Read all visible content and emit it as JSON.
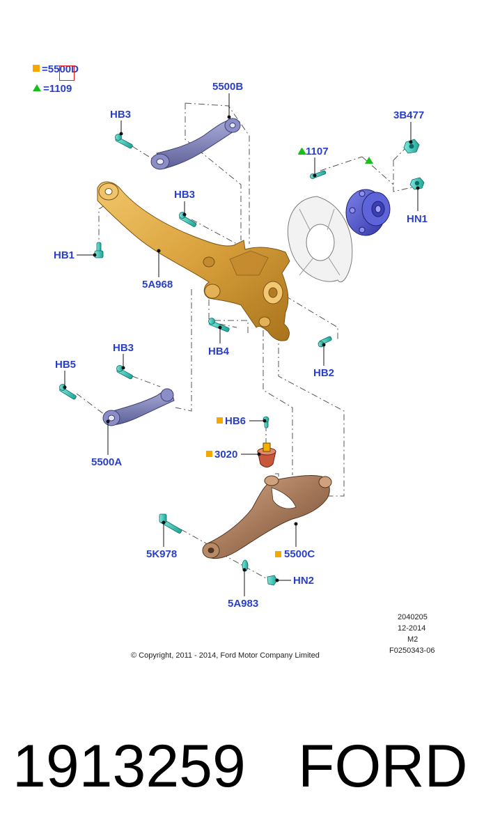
{
  "legend": {
    "square_ref": "5500D",
    "triangle_ref": "1109",
    "equals": "="
  },
  "labels": {
    "l_5500B": "5500B",
    "l_HB3_top": "HB3",
    "l_3B477": "3B477",
    "l_1107": "1107",
    "l_HB3_mid": "HB3",
    "l_HN1": "HN1",
    "l_HB1": "HB1",
    "l_5A968": "5A968",
    "l_HB4": "HB4",
    "l_HB2": "HB2",
    "l_HB3_low": "HB3",
    "l_HB5": "HB5",
    "l_5500A": "5500A",
    "l_HB6": "HB6",
    "l_3020": "3020",
    "l_5K978": "5K978",
    "l_5500C": "5500C",
    "l_HN2": "HN2",
    "l_5A983": "5A983"
  },
  "meta": {
    "code": "2040205",
    "date": "12-2014",
    "model": "M2",
    "figure": "F0250343-06",
    "copyright": "© Copyright, 2011 - 2014, Ford Motor Company Limited"
  },
  "caption": {
    "part_number": "1913259",
    "brand": "FORD"
  },
  "colors": {
    "label_blue": "#2a3fc8",
    "legend_square": "#f5a800",
    "legend_triangle": "#17c017",
    "arm_blue": "#7f82bd",
    "knuckle_gold": "#d9a13c",
    "lower_arm_bronze": "#a5785a",
    "bolt_teal": "#3ad1c0",
    "marker_red": "#e01818"
  }
}
